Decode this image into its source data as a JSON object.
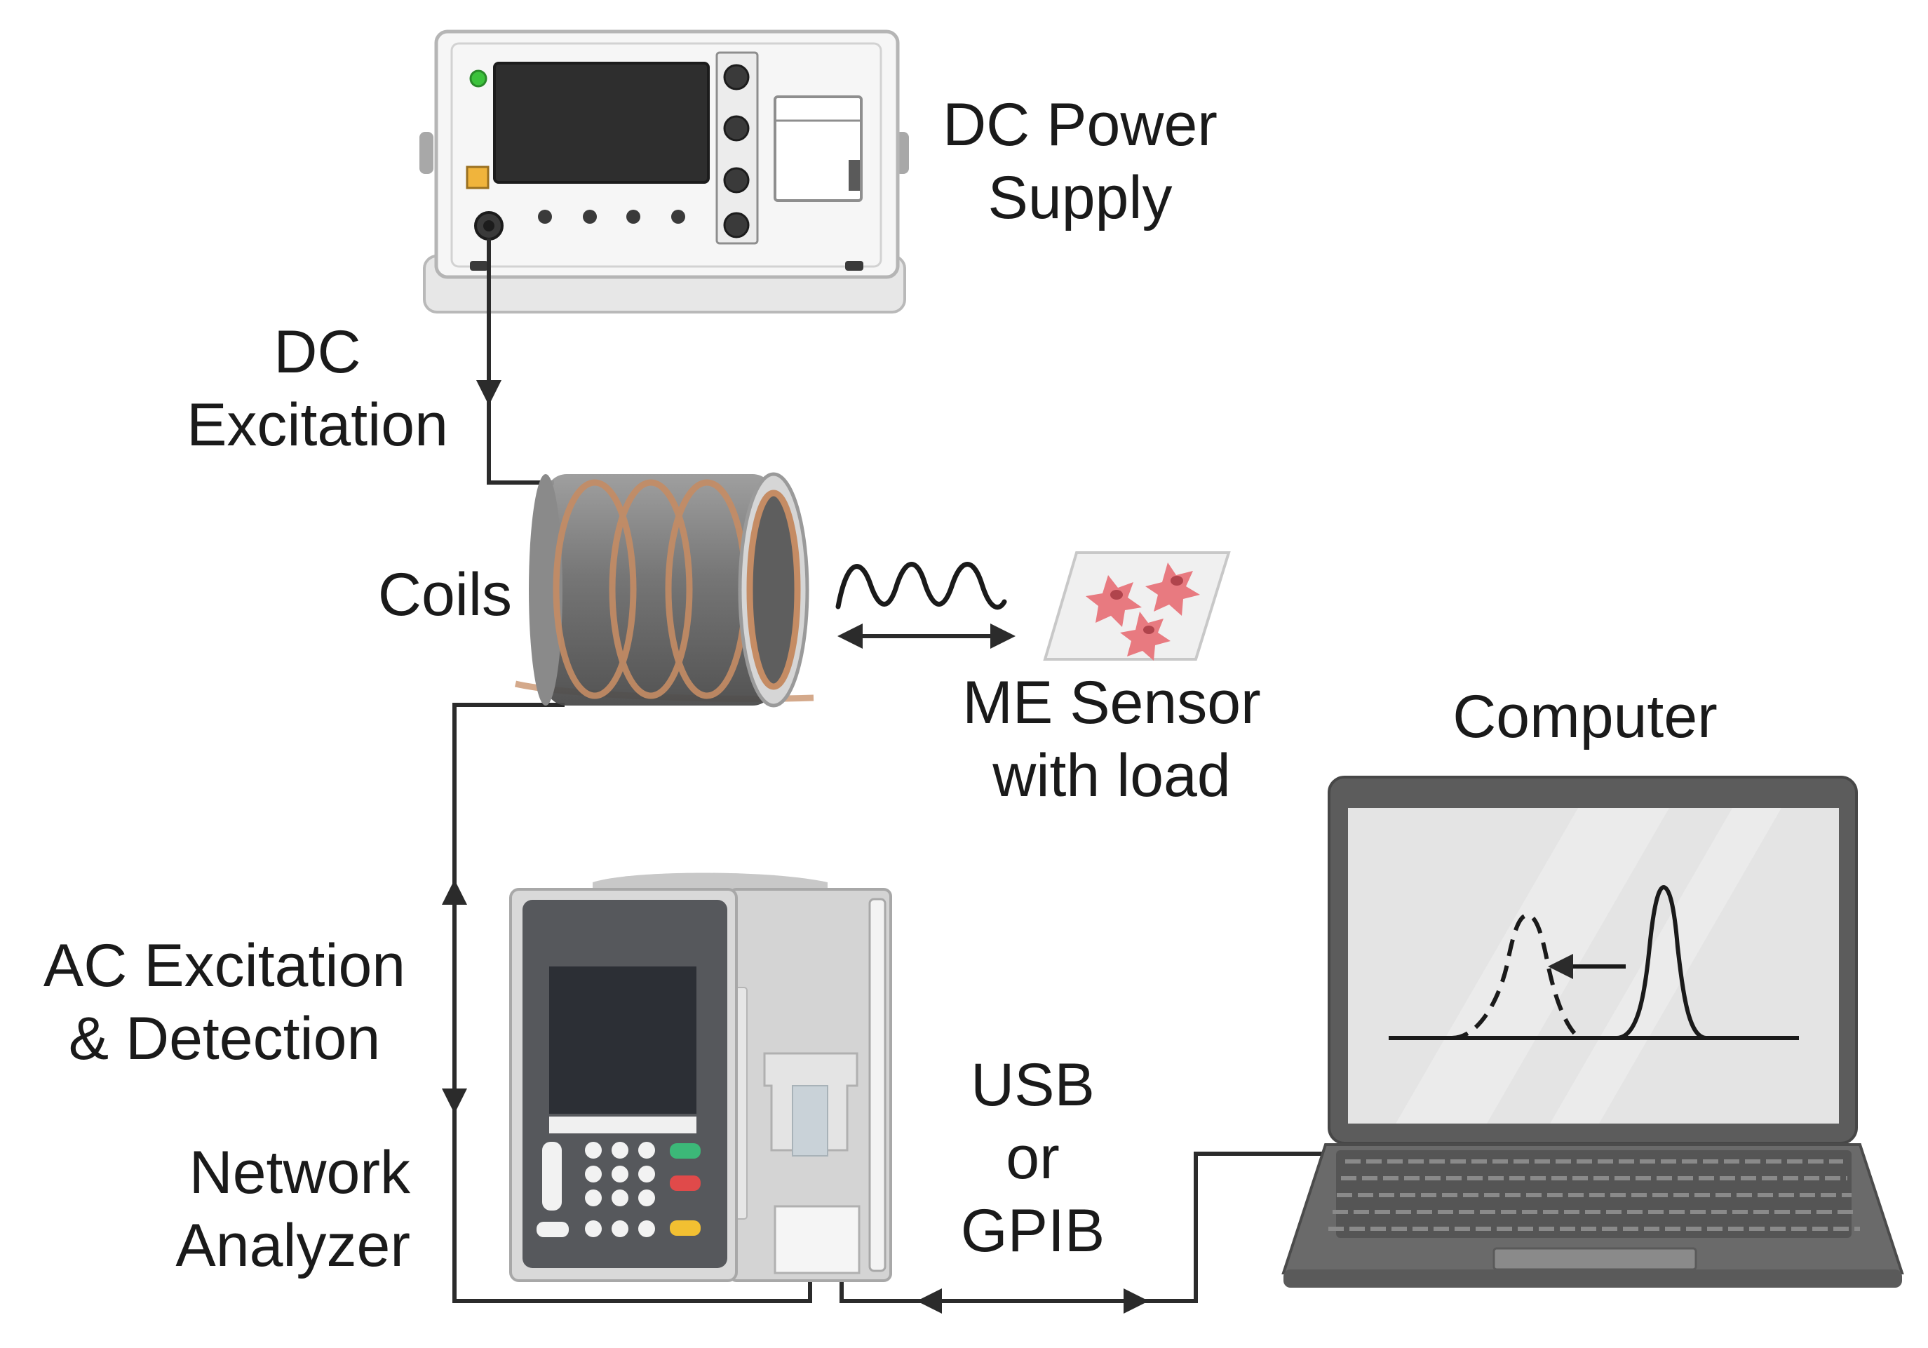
{
  "labels": {
    "dc_power_supply": [
      "DC Power",
      "Supply"
    ],
    "dc_excitation": [
      "DC",
      "Excitation"
    ],
    "coils": "Coils",
    "me_sensor": [
      "ME Sensor",
      "with load"
    ],
    "computer": "Computer",
    "ac_excitation": [
      "AC Excitation",
      "& Detection"
    ],
    "network_analyzer": [
      "Network",
      "Analyzer"
    ],
    "usb_gpib": [
      "USB",
      "or",
      "GPIB"
    ]
  },
  "colors": {
    "wire": "#2b2b2b",
    "coil_copper": "#c58c64",
    "cell": "#e87a80",
    "power_led": "#3cc23c",
    "indicator_yellow": "#f0b43c",
    "key_green": "#3cb878",
    "key_red": "#e04a4a",
    "key_yellow": "#f2c032"
  },
  "icons": [
    "dc-power-supply-icon",
    "coil-icon",
    "me-sensor-icon",
    "network-analyzer-icon",
    "laptop-icon",
    "sine-wave-icon"
  ]
}
